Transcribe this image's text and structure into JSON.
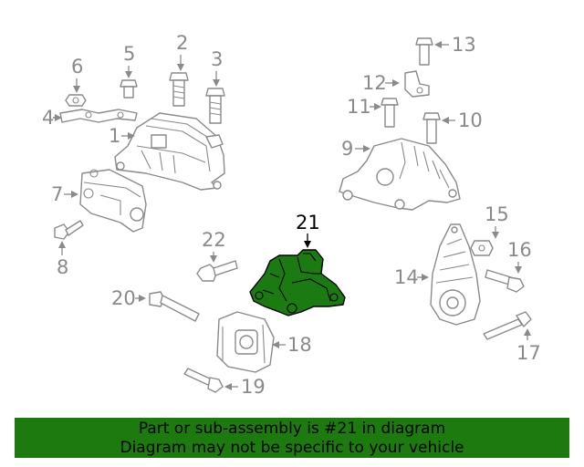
{
  "diagram": {
    "highlighted_callout": "21",
    "colors": {
      "highlight_fill": "#1c7a12",
      "banner_bg": "#1c7a0f",
      "line_gray": "#8a8a8a"
    },
    "callouts": {
      "c1": "1",
      "c2": "2",
      "c3": "3",
      "c4": "4",
      "c5": "5",
      "c6": "6",
      "c7": "7",
      "c8": "8",
      "c9": "9",
      "c10": "10",
      "c11": "11",
      "c12": "12",
      "c13": "13",
      "c14": "14",
      "c15": "15",
      "c16": "16",
      "c17": "17",
      "c18": "18",
      "c19": "19",
      "c20": "20",
      "c21": "21",
      "c22": "22"
    }
  },
  "banner": {
    "line1": "Part or sub-assembly is #21 in diagram",
    "line2": "Diagram may not be specific to your vehicle"
  }
}
